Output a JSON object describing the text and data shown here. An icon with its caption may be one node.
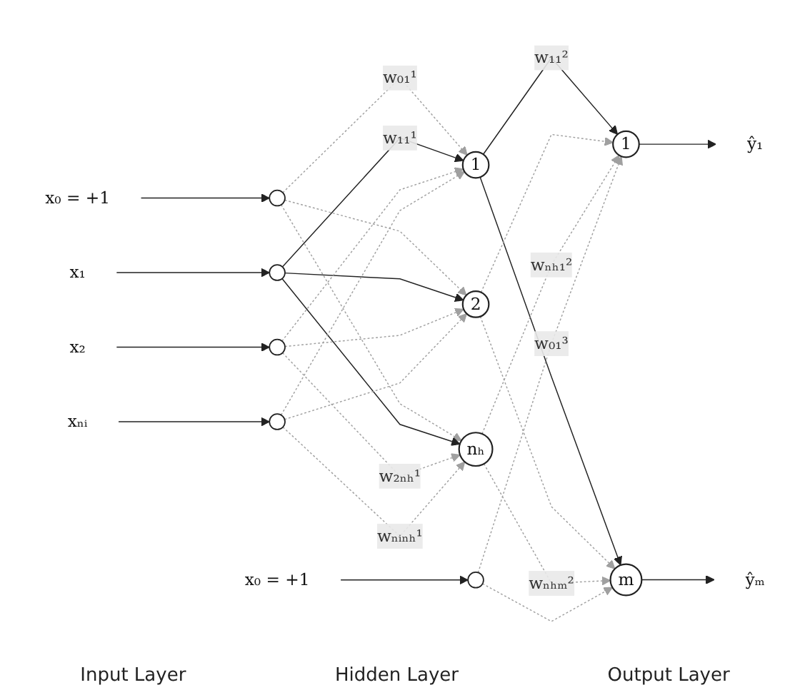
{
  "diagram": {
    "nodes": [
      {
        "text": [
          "x₀ = +1"
        ]
      },
      {
        "text": [],
        "shape": "circle"
      },
      {
        "text": [
          "x₁"
        ]
      },
      {
        "text": [],
        "shape": "circle"
      },
      {
        "text": [
          "x₂"
        ]
      },
      {
        "text": [],
        "shape": "circle"
      },
      {
        "text": [
          "xₙᵢ"
        ]
      },
      {
        "text": [],
        "shape": "circle"
      },
      {
        "text": [
          "1"
        ]
      },
      {
        "text": [
          "2"
        ]
      },
      {
        "text": [
          "nₕ"
        ]
      },
      {
        "text": [
          "x₀ = +1"
        ]
      },
      {
        "text": [],
        "shape": "circle"
      },
      {
        "text": [
          "1"
        ]
      },
      {
        "text": [
          "m"
        ]
      },
      {
        "text": [
          "ŷ₁"
        ]
      },
      {
        "text": [
          "ŷₘ"
        ]
      }
    ],
    "edges": [
      {
        "from": 0,
        "to": 1,
        "arrow": "to",
        "color": "#222222"
      },
      {
        "from": 2,
        "to": 3,
        "arrow": "to",
        "color": "#222222"
      },
      {
        "from": 4,
        "to": 5,
        "arrow": "to",
        "color": "#222222"
      },
      {
        "from": 6,
        "to": 7,
        "arrow": "to",
        "color": "#222222"
      },
      {
        "from": 1,
        "to": 8,
        "arrow": "to",
        "label": "w₀₁¹",
        "style": "dashed"
      },
      {
        "from": 1,
        "to": 9,
        "arrow": "to",
        "style": "dashed"
      },
      {
        "from": 1,
        "to": 10,
        "arrow": "to",
        "style": "dashed"
      },
      {
        "from": 3,
        "to": 8,
        "arrow": "to",
        "label": "w₁₁¹",
        "color": "#222222"
      },
      {
        "from": 3,
        "to": 9,
        "arrow": "to",
        "color": "#222222"
      },
      {
        "from": 3,
        "to": 10,
        "arrow": "to",
        "color": "#222222"
      },
      {
        "from": 5,
        "to": 8,
        "arrow": "to",
        "style": "dashed"
      },
      {
        "from": 5,
        "to": 9,
        "arrow": "to",
        "style": "dashed"
      },
      {
        "from": 5,
        "to": 10,
        "arrow": "to",
        "label": "w₂ₙₕ¹",
        "style": "dashed"
      },
      {
        "from": 7,
        "to": 8,
        "arrow": "to",
        "style": "dashed"
      },
      {
        "from": 7,
        "to": 9,
        "arrow": "to",
        "style": "dashed"
      },
      {
        "from": 7,
        "to": 10,
        "arrow": "to",
        "label": "wₙᵢₙₕ¹",
        "style": "dashed"
      },
      {
        "from": 11,
        "to": 12,
        "arrow": "to",
        "color": "#222222"
      },
      {
        "from": 8,
        "to": 13,
        "arrow": "to",
        "label": "w₁₁²",
        "color": "#222222"
      },
      {
        "from": 8,
        "to": 14,
        "arrow": "to",
        "color": "#222222"
      },
      {
        "from": 9,
        "to": 13,
        "arrow": "to",
        "style": "dashed"
      },
      {
        "from": 9,
        "to": 14,
        "arrow": "to",
        "style": "dashed"
      },
      {
        "from": 10,
        "to": 13,
        "arrow": "to",
        "label": "wₙₕ₁²",
        "style": "dashed"
      },
      {
        "from": 10,
        "to": 14,
        "arrow": "to",
        "label": "wₙₕₘ²",
        "style": "dashed"
      },
      {
        "from": 12,
        "to": 13,
        "arrow": "to",
        "label": "w₀₁³",
        "style": "dashed"
      },
      {
        "from": 12,
        "to": 14,
        "arrow": "to",
        "style": "dashed"
      },
      {
        "from": 13,
        "to": 15,
        "arrow": "to",
        "color": "#222222"
      },
      {
        "from": 14,
        "to": 16,
        "arrow": "to",
        "color": "#222222"
      }
    ],
    "labels": [
      "Input Layer",
      "Hidden Layer",
      "Output Layer"
    ]
  }
}
